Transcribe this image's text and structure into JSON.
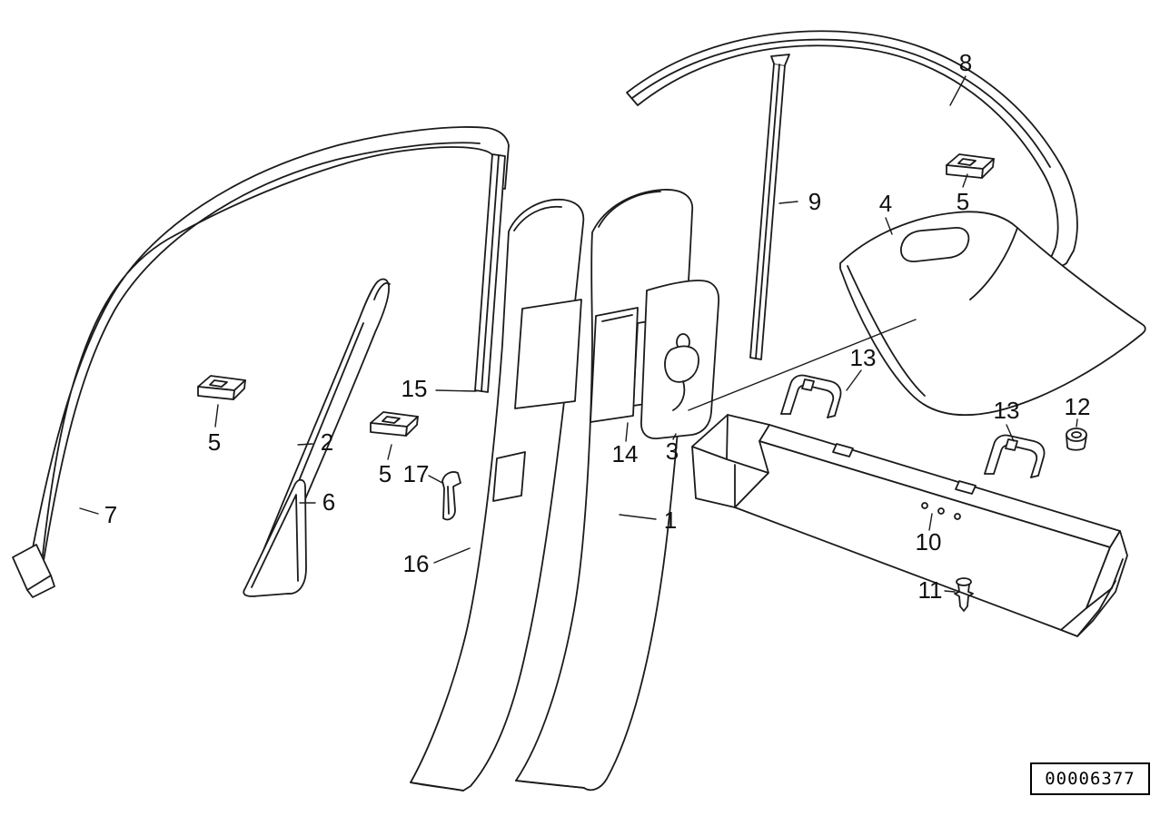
{
  "colors": {
    "background": "#ffffff",
    "line": "#1b1b1b"
  },
  "callouts": [
    {
      "text": "8"
    },
    {
      "text": "5"
    },
    {
      "text": "9"
    },
    {
      "text": "4"
    },
    {
      "text": "13"
    },
    {
      "text": "13"
    },
    {
      "text": "12"
    },
    {
      "text": "15"
    },
    {
      "text": "5"
    },
    {
      "text": "2"
    },
    {
      "text": "5"
    },
    {
      "text": "17"
    },
    {
      "text": "14"
    },
    {
      "text": "3"
    },
    {
      "text": "6"
    },
    {
      "text": "7"
    },
    {
      "text": "1"
    },
    {
      "text": "10"
    },
    {
      "text": "16"
    },
    {
      "text": "11"
    }
  ],
  "stamp": {
    "number": "00006377"
  }
}
